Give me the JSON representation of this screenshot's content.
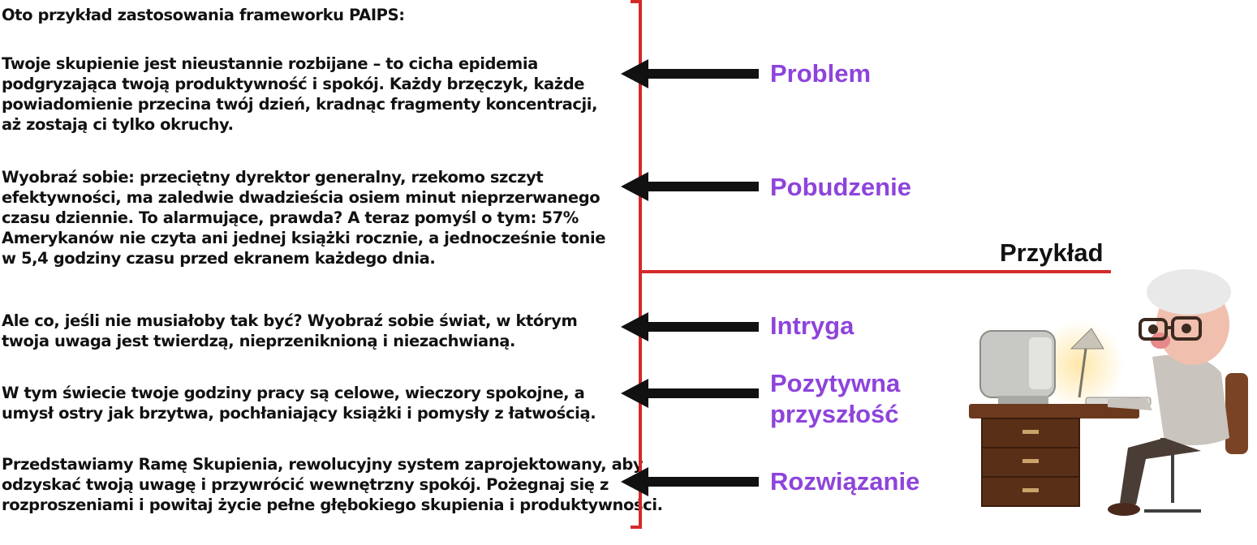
{
  "intro": "Oto przykład zastosowania frameworku PAIPS:",
  "paragraphs": [
    "Twoje skupienie jest nieustannie rozbijane – to cicha epidemia\npodgryzająca twoją produktywność i spokój. Każdy brzęczyk, każde\npowiadomienie przecina twój dzień, kradnąc fragmenty koncentracji,\naż zostają ci tylko okruchy.",
    "Wyobraź sobie: przeciętny dyrektor generalny, rzekomo szczyt\nefektywności, ma zaledwie dwadzieścia osiem minut nieprzerwanego\nczasu dziennie. To alarmujące, prawda? A teraz pomyśl o tym: 57%\nAmerykanów nie czyta ani jednej książki rocznie, a jednocześnie tonie\nw 5,4 godziny czasu przed ekranem każdego dnia.",
    "Ale co, jeśli nie musiałoby tak być? Wyobraź sobie świat, w którym\ntwoja uwaga jest twierdzą, nieprzeniknioną i niezachwianą.",
    "W tym świecie twoje godziny pracy są celowe, wieczory spokojne, a\numysł ostry jak brzytwa, pochłaniający książki i pomysły z łatwością.",
    "Przedstawiamy Ramę Skupienia, rewolucyjny system zaprojektowany, aby\nodzyskać twoją uwagę i przywrócić wewnętrzny spokój. Pożegnaj się z\nrozproszeniami i powitaj życie pełne głębokiego skupienia i produktywności."
  ],
  "labels": [
    "Problem",
    "Pobudzenie",
    "Intryga",
    "Pozytywna\nprzyszłość",
    "Rozwiązanie"
  ],
  "section_label": "Przykład",
  "colors": {
    "label_purple": "#8e44db",
    "bracket_red": "#d42a2a",
    "text_dark": "#111111"
  },
  "illustration": "elderly-man-at-retro-computer"
}
